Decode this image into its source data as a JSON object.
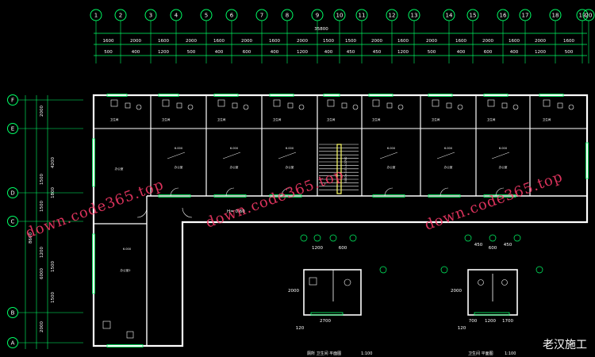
{
  "axis_numbers": [
    "1",
    "2",
    "3",
    "4",
    "5",
    "6",
    "7",
    "8",
    "9",
    "10",
    "11",
    "12",
    "13",
    "14",
    "15",
    "16",
    "17",
    "18",
    "19",
    "20"
  ],
  "axis_letters": [
    "F",
    "E",
    "D",
    "C",
    "B",
    "A"
  ],
  "total_dim": "35800",
  "dims_top_row": [
    "1600",
    "2000",
    "1600",
    "2000",
    "1600",
    "2000",
    "1600",
    "2000",
    "1500",
    "1500",
    "2000",
    "1600",
    "2000",
    "1600",
    "2000",
    "1600",
    "2000",
    "1600"
  ],
  "dims_second_row": [
    "500",
    "400",
    "1200",
    "500",
    "400",
    "600",
    "400",
    "1200",
    "400",
    "450",
    "450",
    "1200",
    "500",
    "400",
    "600",
    "400",
    "1200",
    "500"
  ],
  "left_dims": [
    "2000",
    "4200",
    "1500",
    "1800",
    "1500",
    "8600",
    "1200",
    "1500",
    "6000",
    "1500",
    "2000"
  ],
  "room_labels": {
    "office": "办公室",
    "office_big": "办公室2",
    "toilet": "卫生间",
    "area": "6.000",
    "stair_note": "3000×3.0 L=2700"
  },
  "elevation": "H= 0.60",
  "detail1_title": "厕所 卫生间 平面图",
  "detail1_scale": "1:100",
  "detail1_dims": [
    "1200",
    "600",
    "2000",
    "2700",
    "120"
  ],
  "detail2_title": "卫生间 平面图",
  "detail2_scale": "1:100",
  "detail2_dims": [
    "450",
    "600",
    "450",
    "2000",
    "700",
    "1200",
    "1700",
    "120"
  ],
  "watermark": "down.code365.top",
  "brand": "老汉施工",
  "colors": {
    "wall": "#ffffff",
    "window": "#00ff66",
    "axis": "#00ff66",
    "door": "#ffff66",
    "watermark": "#ff3b6b"
  }
}
